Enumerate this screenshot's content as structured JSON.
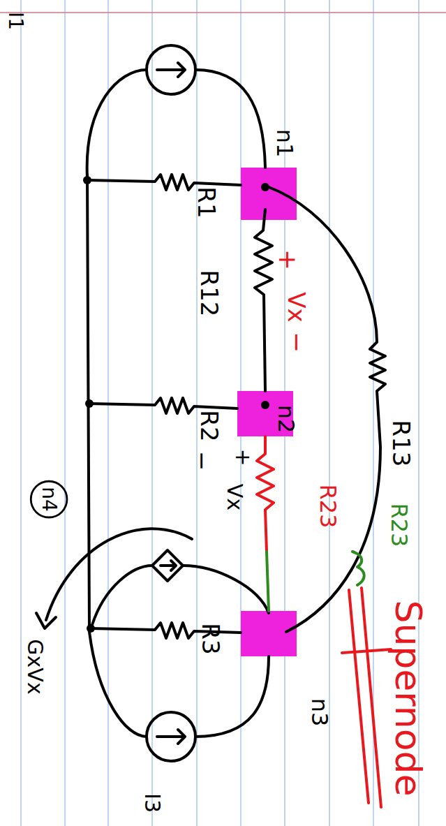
{
  "diagram": {
    "nodes": [
      {
        "text": [
          "n4"
        ]
      }
    ],
    "labels": [
      "I1",
      "n1",
      "R1",
      "R12",
      "+",
      "Vx",
      "−",
      "n2",
      "R2",
      "−",
      "+",
      "Vx",
      "R13",
      "R23",
      "R23",
      "Supernode",
      "GxVx",
      "R3",
      "n3",
      "I3"
    ]
  }
}
